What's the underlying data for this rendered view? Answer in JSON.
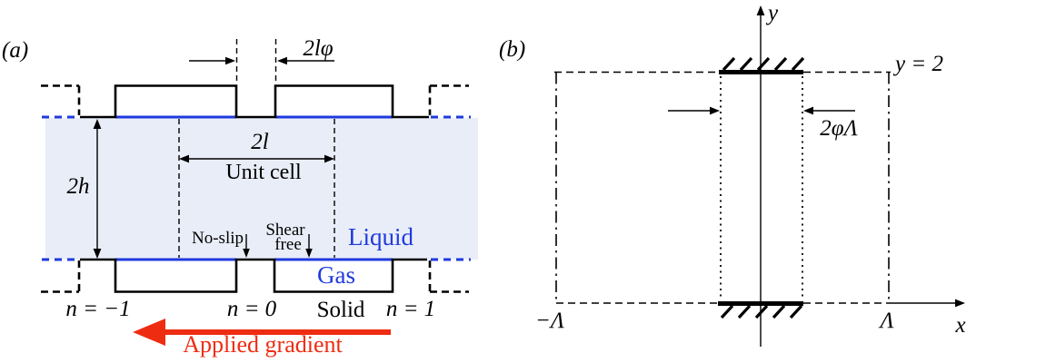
{
  "figure": {
    "colors": {
      "blue": "#1f3ade",
      "red": "#ee2c12",
      "liquid_fill": "#e9edf8"
    }
  },
  "panel_a": {
    "label": "(a)",
    "groove_width_label": "2lφ",
    "channel_height_label": "2h",
    "period_label": "2l",
    "unit_cell_label": "Unit cell",
    "no_slip_label": "No-slip",
    "shear_free_line1": "Shear",
    "shear_free_line2": "free",
    "liquid_label": "Liquid",
    "gas_label": "Gas",
    "solid_label": "Solid",
    "n_minus1_label": "n = −1",
    "n_zero_label": "n = 0",
    "n_plus1_label": "n = 1",
    "applied_gradient_label": "Applied gradient"
  },
  "panel_b": {
    "label": "(b)",
    "y_axis_label": "y",
    "x_axis_label": "x",
    "top_boundary_label": "y = 2",
    "slot_width_label": "2φΛ",
    "left_boundary_label": "−Λ",
    "right_boundary_label": "Λ"
  }
}
